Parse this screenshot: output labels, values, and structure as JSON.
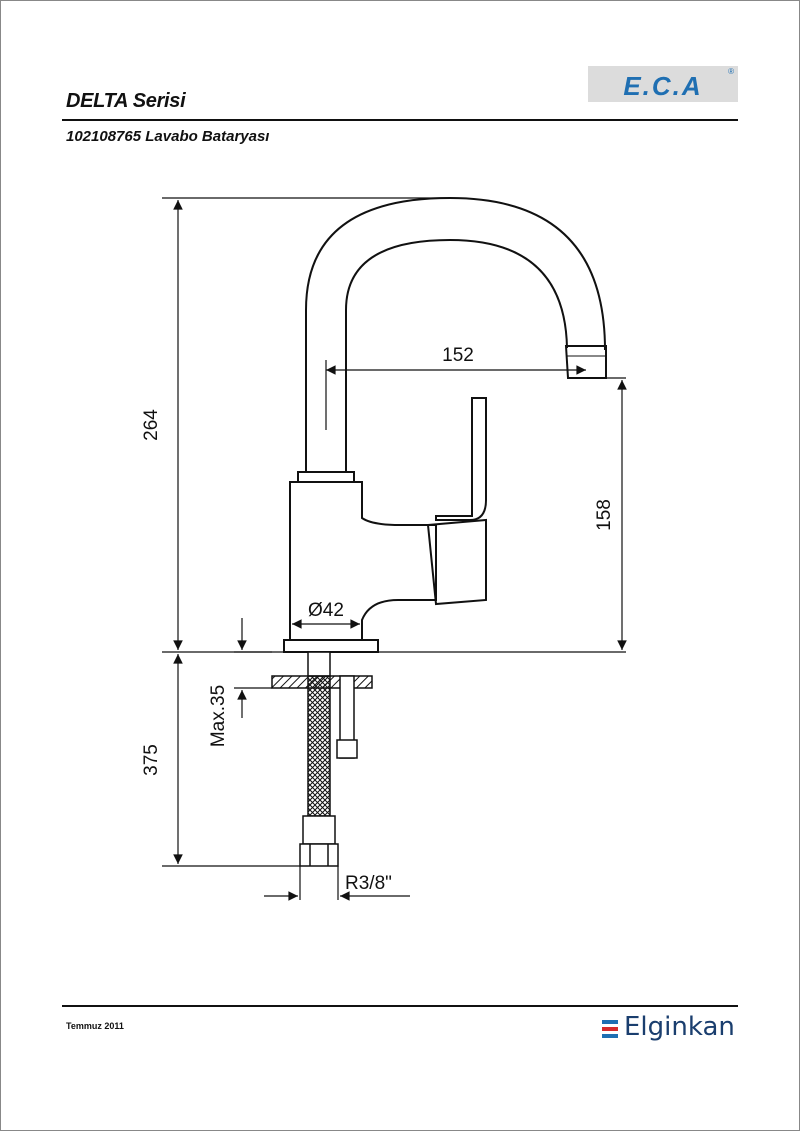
{
  "header": {
    "series_title": "DELTA Serisi",
    "product_title": "102108765 Lavabo Bataryası",
    "logo_text": "E.C.A",
    "logo_registered": "®",
    "logo_color": "#1f6fb2"
  },
  "dimensions": {
    "total_height": "264",
    "spout_reach": "152",
    "spout_height": "158",
    "body_diameter": "Ø42",
    "max_thickness": "Max.35",
    "hose_length": "375",
    "connection": "R3/8\""
  },
  "footer": {
    "date": "Temmuz 2011",
    "brand": "Elginkan",
    "brand_color": "#1a3e6e",
    "mark_colors": [
      "#1f6fb2",
      "#d52b2b",
      "#1f6fb2"
    ]
  }
}
